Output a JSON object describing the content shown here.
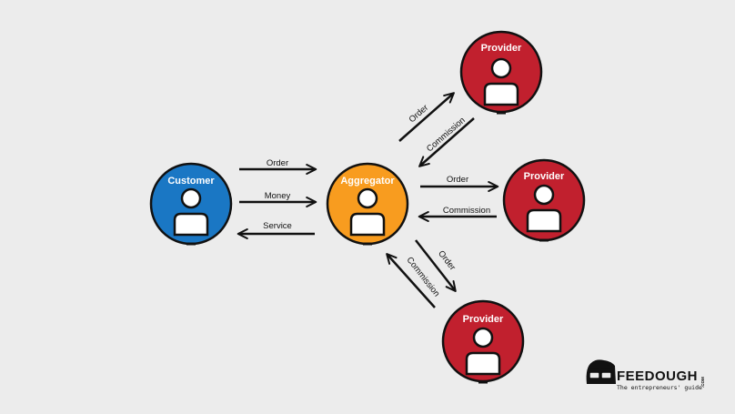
{
  "colors": {
    "background": "#ececec",
    "customer": "#1a77c4",
    "aggregator": "#f89c1f",
    "provider": "#c1202e",
    "outline": "#111111"
  },
  "nodes": {
    "customer": {
      "label": "Customer",
      "icon": "person-icon"
    },
    "aggregator": {
      "label": "Aggregator",
      "icon": "person-icon"
    },
    "provider_top": {
      "label": "Provider",
      "icon": "person-icon"
    },
    "provider_mid": {
      "label": "Provider",
      "icon": "person-icon"
    },
    "provider_bottom": {
      "label": "Provider",
      "icon": "person-icon"
    }
  },
  "edges": {
    "customer_order": "Order",
    "customer_money": "Money",
    "aggregator_service": "Service",
    "top_order": "Order",
    "top_commission": "Commission",
    "mid_order": "Order",
    "mid_commission": "Commission",
    "bottom_order": "Order",
    "bottom_commission": "Commission"
  },
  "logo": {
    "brand": "FEEDOUGH",
    "suffix": ".COM",
    "tagline": "The entrepreneurs' guide"
  }
}
